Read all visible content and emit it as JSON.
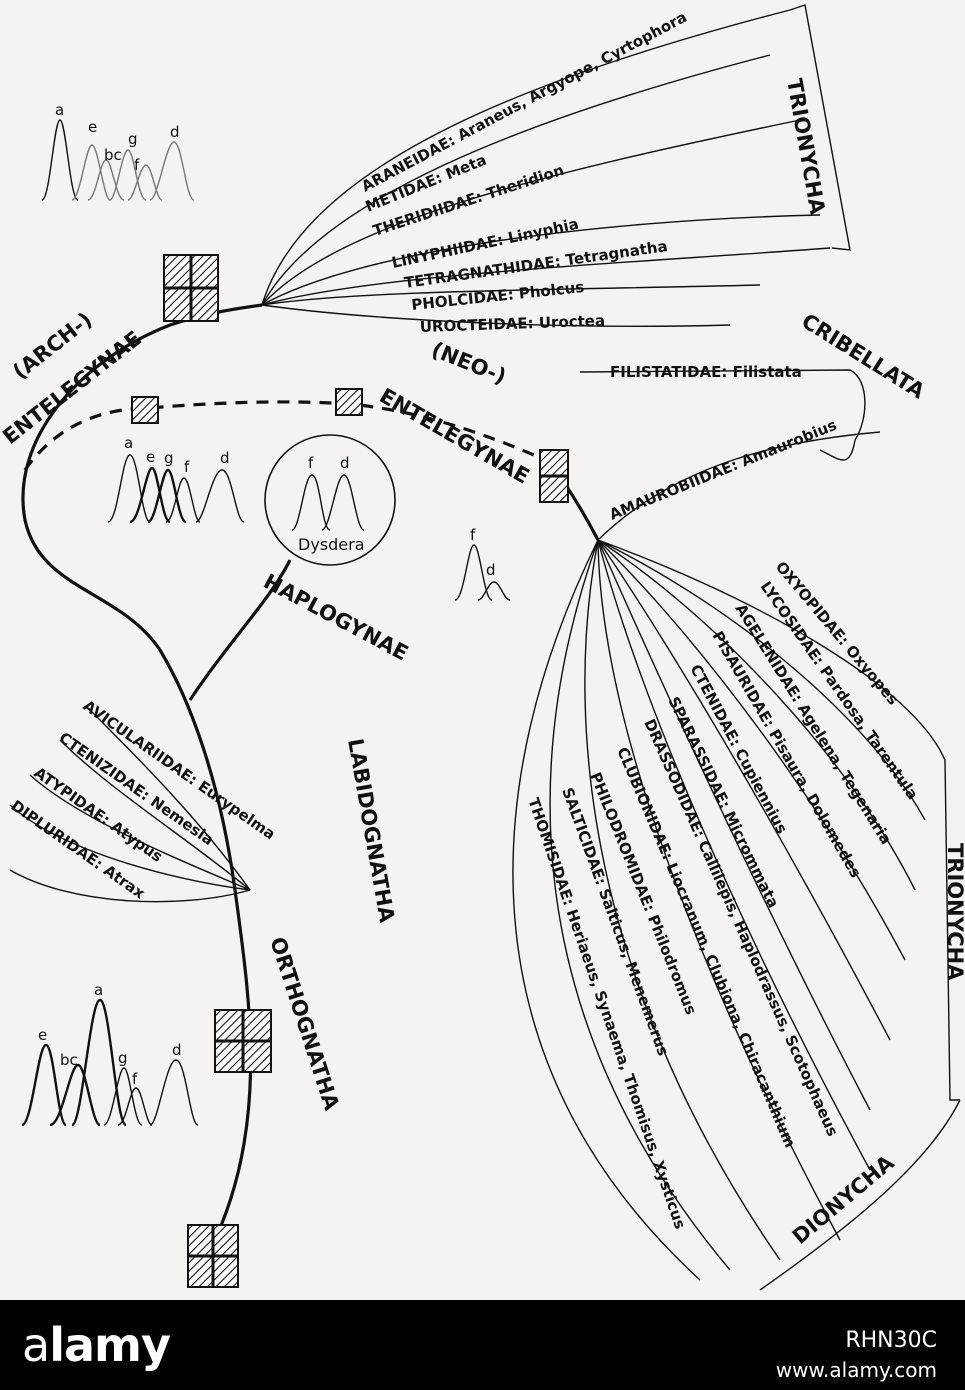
{
  "groups": {
    "trionycha_top": "TRIONYCHA",
    "trionycha_right": "TRIONYCHA",
    "dionycha": "DIONYCHA",
    "cribellata": "CRIBELLATA",
    "arch_entelegynae_prefix": "(ARCH-)",
    "arch_entelegynae": "ENTELEGYNAE",
    "neo_entelegynae_prefix": "(NEO-)",
    "neo_entelegynae": "ENTELEGYNAE",
    "haplogynae": "HAPLOGYNAE",
    "labidognatha": "LABIDOGNATHA",
    "orthognatha": "ORTHOGNATHA",
    "dysdera": "Dysdera"
  },
  "families_upper": [
    "ARANEIDAE: Araneus, Argyope, Cyrtophora",
    "METIDAE: Meta",
    "THERIDIIDAE: Theridion",
    "LINYPHIIDAE: Linyphia",
    "TETRAGNATHIDAE: Tetragnatha",
    "PHOLCIDAE: Pholcus",
    "UROCTEIDAE: Uroctea"
  ],
  "cribellate_families": [
    "FILISTATIDAE: Filistata",
    "AMAUROBIIDAE: Amaurobius"
  ],
  "families_lower": [
    "OXYOPIDAE: Oxyopes",
    "LYCOSIDAE: Pardosa, Tarentula",
    "AGELENIDAE: Agelena, Tegenaria",
    "PISAURIDAE: Pisaura, Dolomedes",
    "CTENIDAE: Cupiennius",
    "SPARASSIDAE: Micrommata",
    "DRASSODIDAE: Callilepis, Haplodrassus, Scotophaeus",
    "CLUBIONIDAE: Liocranum, Clubiona, Chiracanthium",
    "PHILODROMIDAE: Philodromus",
    "SALTICIDAE: Salticus, Menemerus",
    "THOMISIDAE: Heriaeus, Synaema, Thomisus, Xysticus"
  ],
  "families_orthognatha": [
    "AVICULARIIDAE: Eurypelma",
    "CTENIZIDAE: Nemesia",
    "ATYPIDAE: Atypus",
    "DIPLURIDAE: Atrax"
  ],
  "peak_labels": {
    "top": [
      "a",
      "e",
      "g",
      "bc",
      "f",
      "d"
    ],
    "arch": [
      "a",
      "e",
      "g",
      "f",
      "d"
    ],
    "dysdera": [
      "f",
      "d"
    ],
    "neo": [
      "f",
      "d"
    ],
    "ortho": [
      "e",
      "a",
      "bc",
      "g",
      "f",
      "d"
    ]
  },
  "watermark": {
    "logo_main": "alamy",
    "logo_dot": "a",
    "image_id": "RHN30C",
    "url": "www.alamy.com"
  }
}
